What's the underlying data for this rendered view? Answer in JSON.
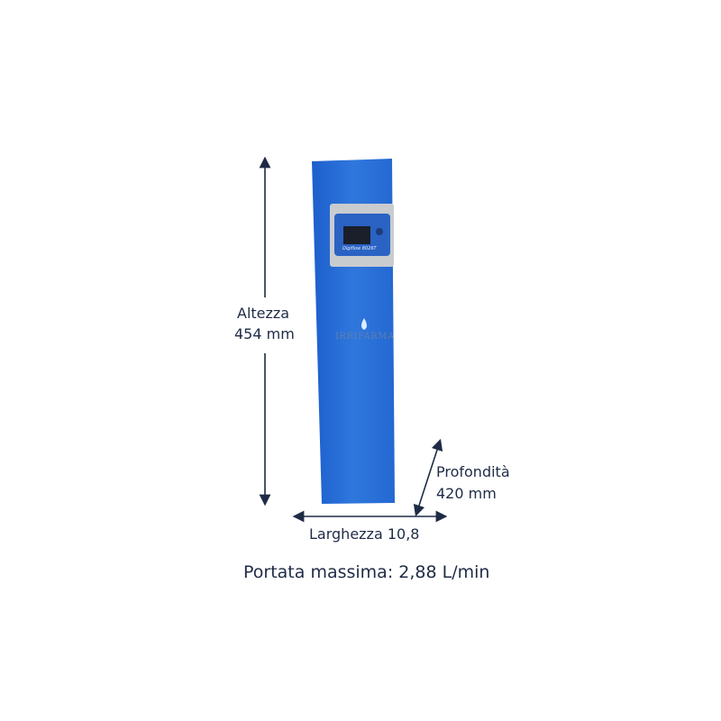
{
  "dimensions": {
    "height_label": "Altezza",
    "height_value": "454 mm",
    "depth_label": "Profondità",
    "depth_value": "420 mm",
    "width_label": "Larghezza 10,8"
  },
  "max_flow": "Portata massima: 2,88 L/min",
  "product": {
    "brand_logo": "IRRIFARMA",
    "panel_label": "Digiflow 8026T",
    "body_color": "#2a6fd6",
    "panel_color": "#c9cccf"
  }
}
